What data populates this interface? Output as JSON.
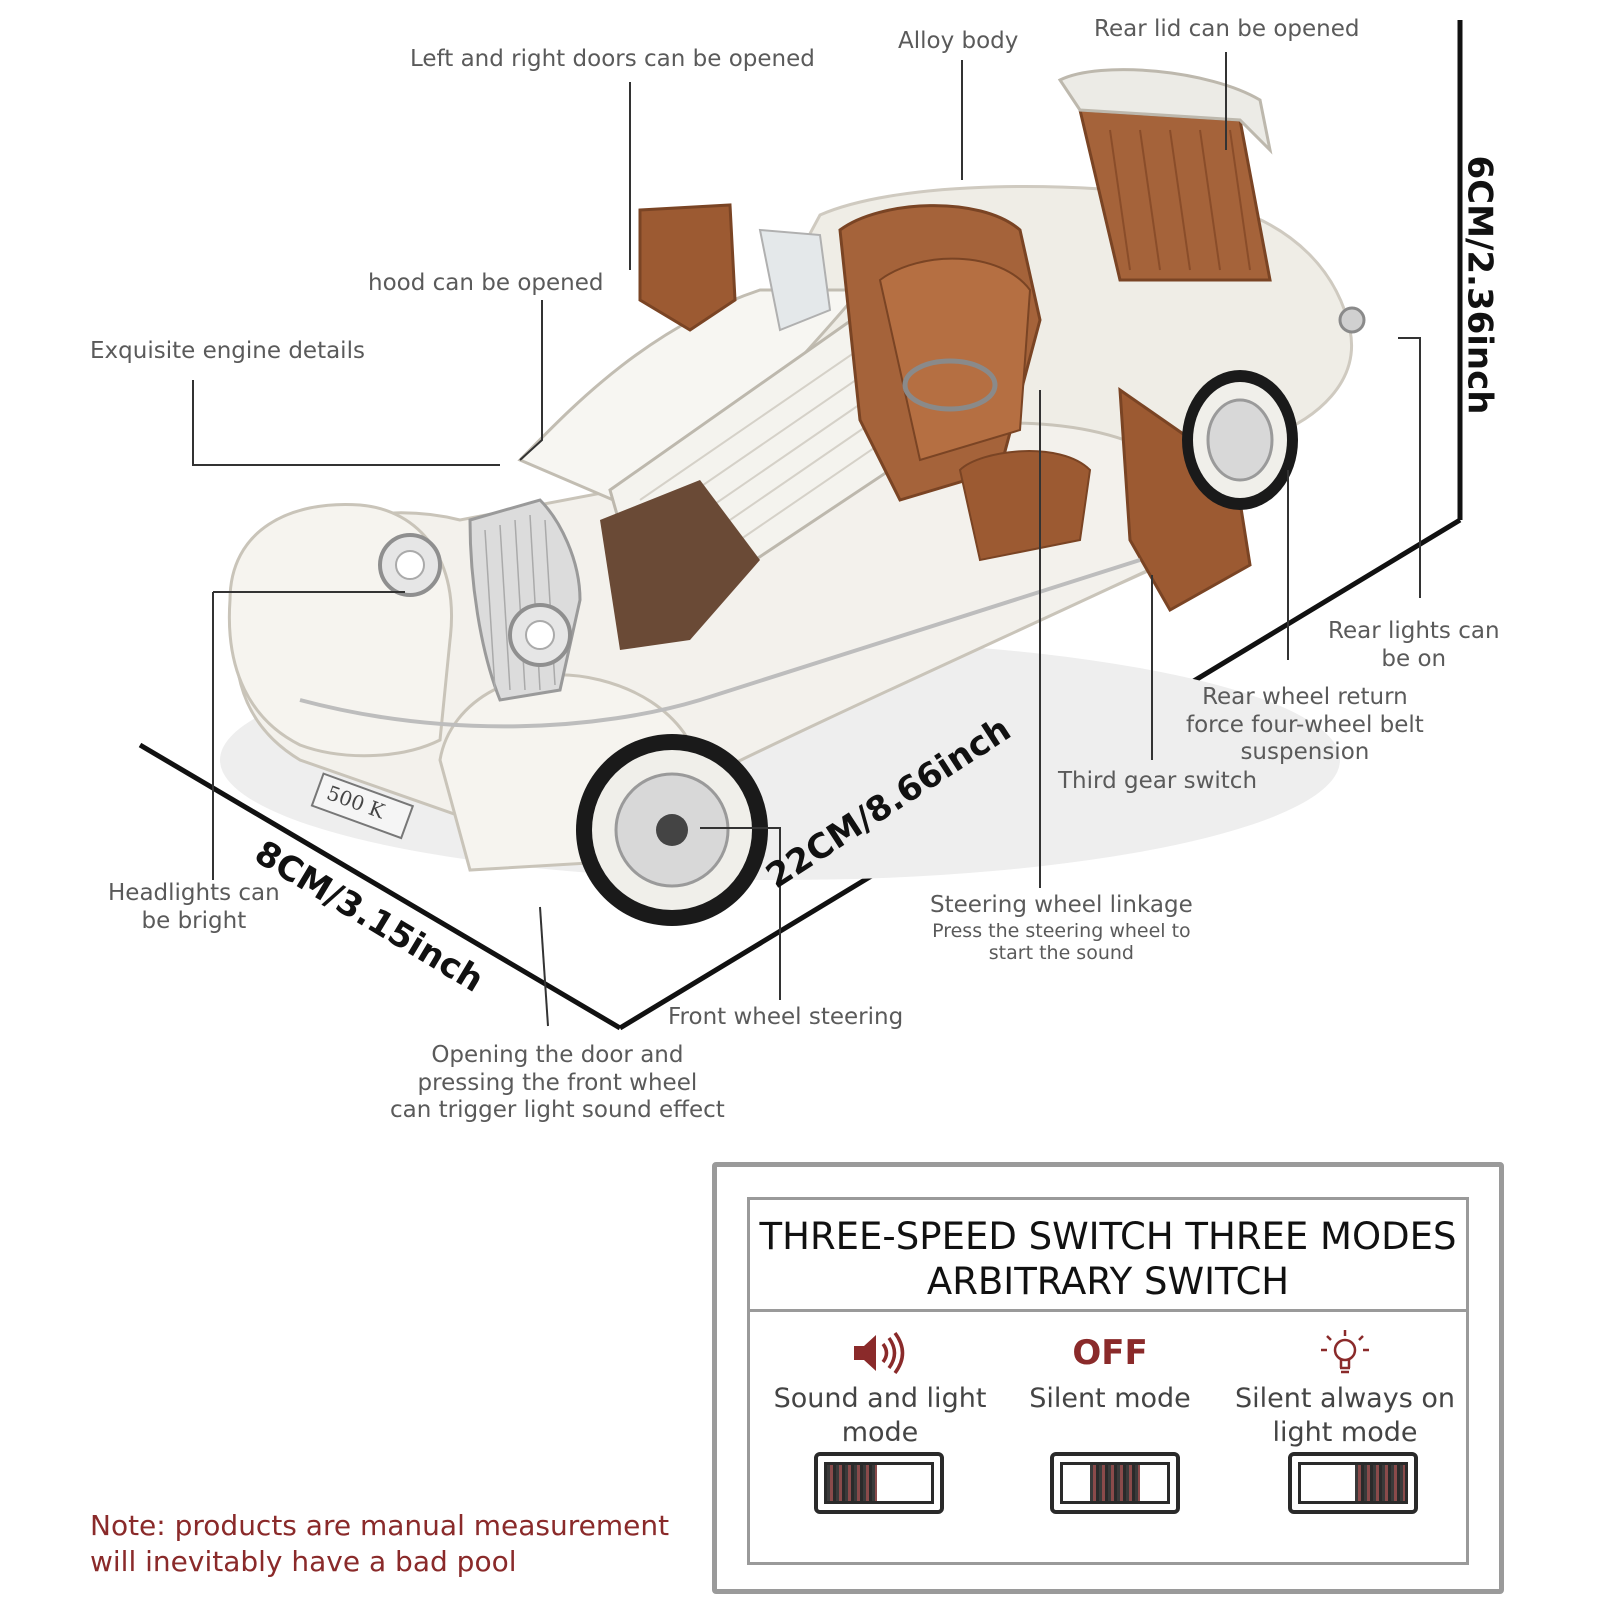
{
  "callouts": {
    "doors": "Left and right doors can be opened",
    "alloy": "Alloy body",
    "rear_lid": "Rear lid can be opened",
    "hood": "hood can be opened",
    "engine": "Exquisite engine details",
    "rear_lights": [
      "Rear lights can",
      "be on"
    ],
    "suspension": [
      "Rear wheel return",
      "force four-wheel belt",
      "suspension"
    ],
    "gear_switch": "Third gear switch",
    "headlights": [
      "Headlights can",
      "be bright"
    ],
    "steering_linkage": "Steering wheel linkage",
    "steering_sound": [
      "Press the steering wheel to",
      "start the sound"
    ],
    "front_steering": "Front wheel steering",
    "door_trigger": [
      "Opening the door and",
      "pressing the front wheel",
      "can trigger light sound effect"
    ]
  },
  "dimensions": {
    "height": "6CM/2.36inch",
    "length": "22CM/8.66inch",
    "width": "8CM/3.15inch"
  },
  "plate": "500 K",
  "note": [
    "Note: products are manual measurement",
    "will inevitably have a bad pool"
  ],
  "switch_panel": {
    "title": [
      "THREE-SPEED SWITCH THREE MODES",
      "ARBITRARY SWITCH"
    ],
    "modes": [
      {
        "icon": "speaker-icon",
        "label": [
          "Sound and light",
          "mode"
        ],
        "switch_position": "left"
      },
      {
        "icon_text": "OFF",
        "label": [
          "Silent mode"
        ],
        "switch_position": "middle"
      },
      {
        "icon": "lightbulb-icon",
        "label": [
          "Silent always on",
          "light mode"
        ],
        "switch_position": "right"
      }
    ]
  },
  "colors": {
    "accent_red": "#8a2a2a",
    "car_body": "#f2f0ea",
    "interior": "#9c5a32",
    "chrome": "#c8c8c8"
  }
}
